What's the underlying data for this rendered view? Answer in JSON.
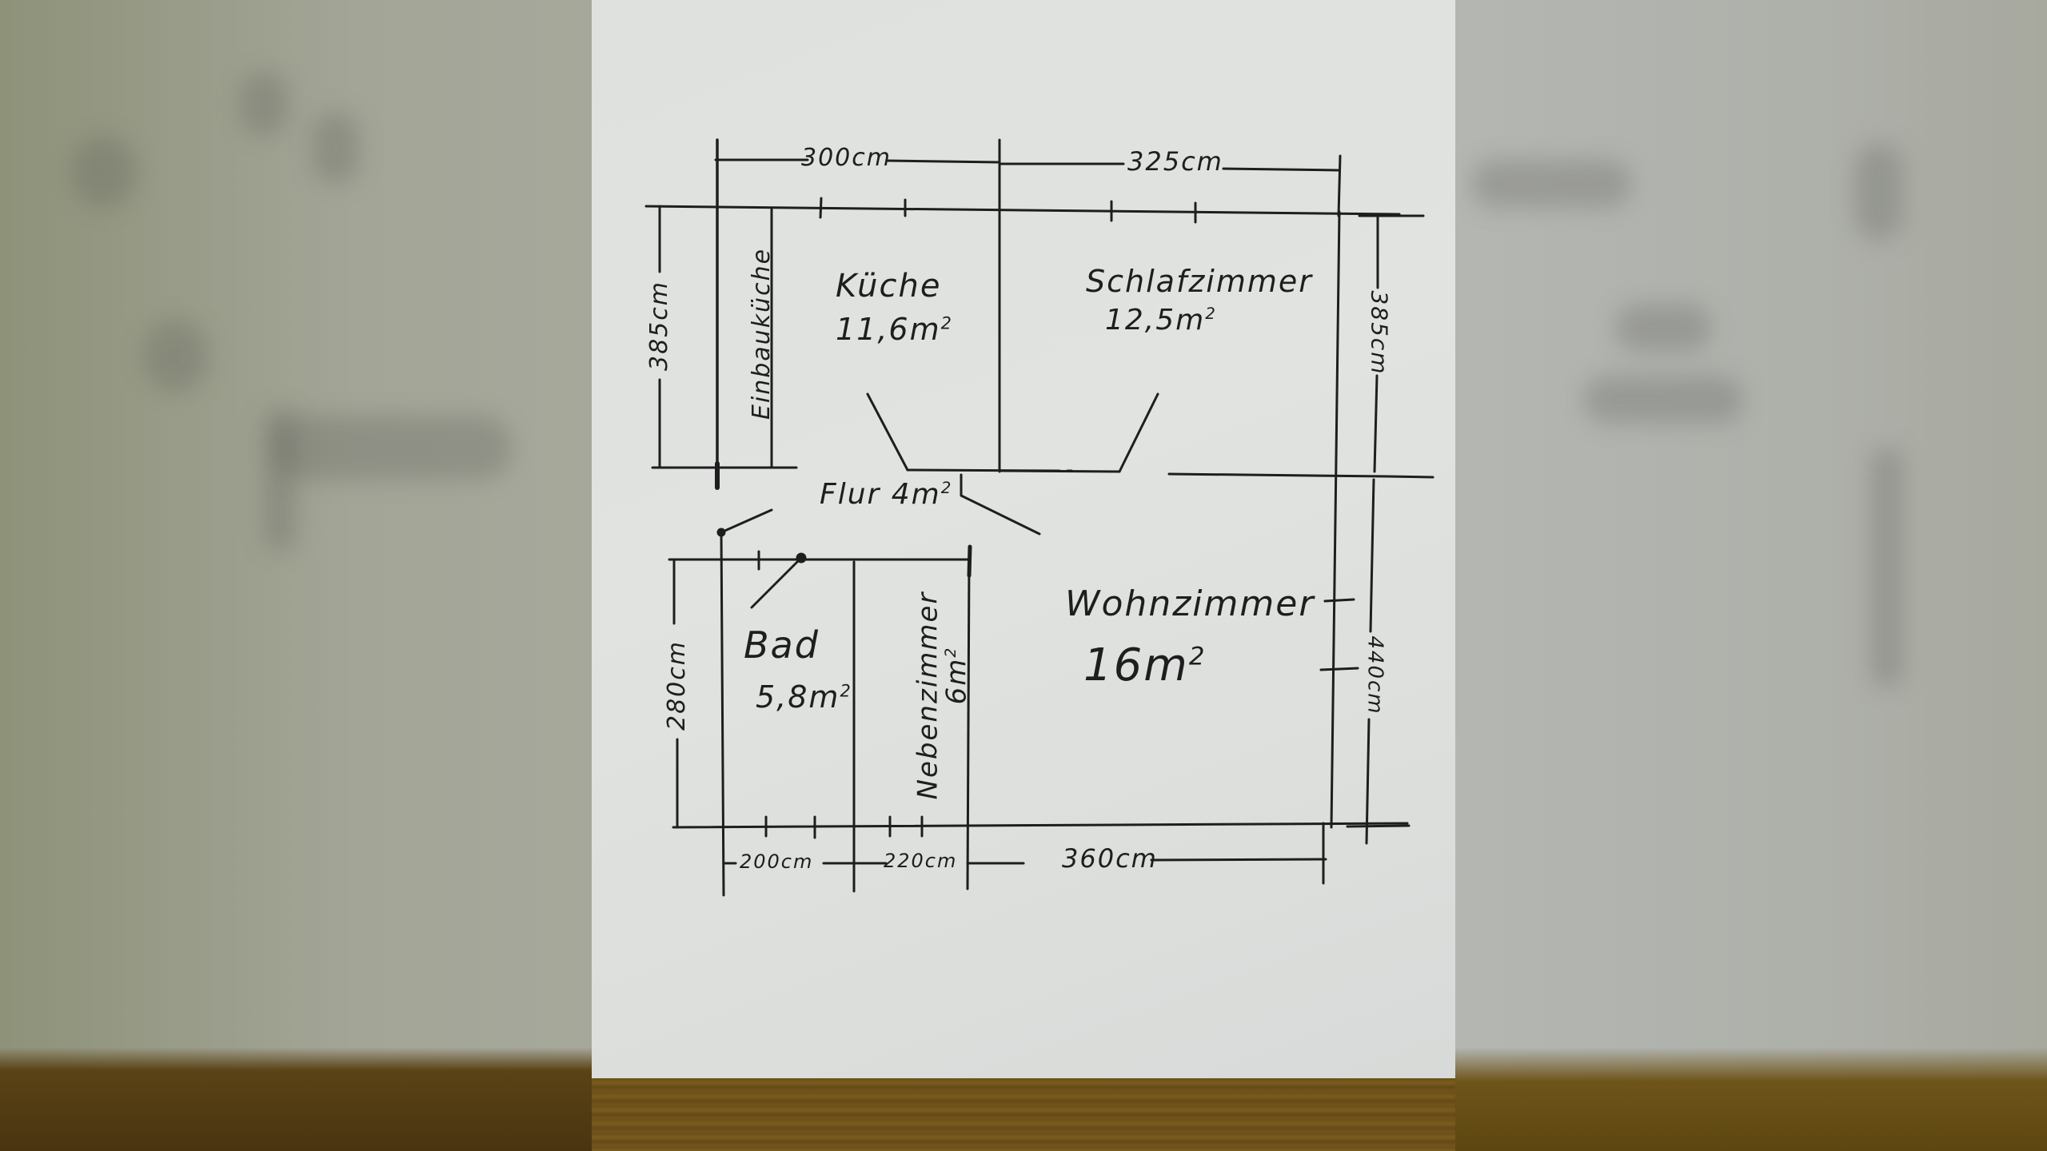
{
  "document": {
    "type": "hand-drawn floor plan",
    "paper_color": "#e0e2e0",
    "ink_color": "#1e1e1e",
    "table_color": "#6e521b"
  },
  "dimensions": {
    "top_left": "300cm",
    "top_right": "325cm",
    "left_upper": "385cm",
    "right_upper": "385cm",
    "left_lower": "280cm",
    "right_lower": "440cm",
    "bottom_bad": "200cm",
    "bottom_neben": "220cm",
    "bottom_wohn": "360cm"
  },
  "rooms": [
    {
      "id": "einbaukueche",
      "name": "Einbauküche",
      "area": ""
    },
    {
      "id": "kueche",
      "name": "Küche",
      "area": "11,6m",
      "unit_sup": "2"
    },
    {
      "id": "schlafzimmer",
      "name": "Schlafzimmer",
      "area": "12,5m",
      "unit_sup": "2"
    },
    {
      "id": "flur",
      "name": "Flur",
      "area": "4m",
      "unit_sup": "2"
    },
    {
      "id": "bad",
      "name": "Bad",
      "area": "5,8m",
      "unit_sup": "2"
    },
    {
      "id": "nebenzimmer",
      "name": "Nebenzimmer",
      "area": "6m",
      "unit_sup": "2"
    },
    {
      "id": "wohnzimmer",
      "name": "Wohnzimmer",
      "area": "16m",
      "unit_sup": "2"
    }
  ]
}
